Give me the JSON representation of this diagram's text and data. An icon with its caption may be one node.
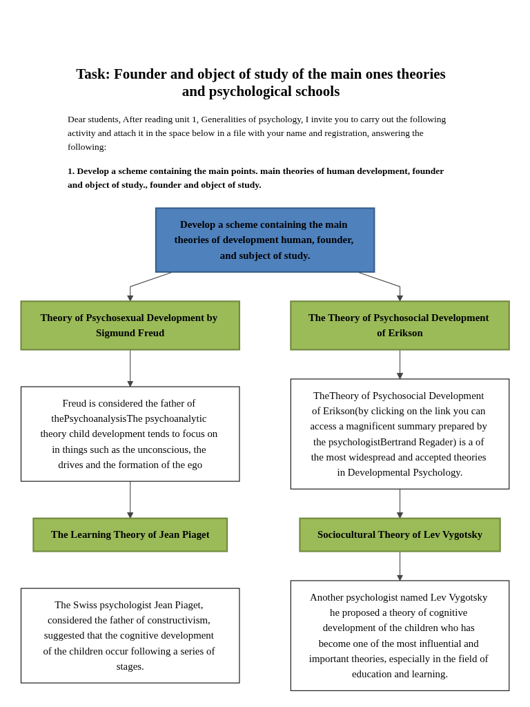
{
  "diagram": {
    "title": "Task: Founder and object of study of the main ones theories and psychological schools",
    "nodes": [
      {
        "text": [
          "Develop a scheme containing the main theories of development human, founder, and subject of study."
        ]
      },
      {
        "text": [
          "Theory of Psychosexual Development by Sigmund Freud"
        ]
      },
      {
        "text": [
          "The Theory of Psychosocial Development of Erikson"
        ]
      },
      {
        "text": [
          "Freud is considered the father of thePsychoanalysisThe psychoanalytic theory child development tends to focus on in things such as the unconscious, the drives and the formation of the ego"
        ]
      },
      {
        "text": [
          "TheTheory of Psychosocial Development of Erikson(by clicking on the link you can access a magnificent summary prepared by the psychologistBertrand Regader) is a of the most widespread and accepted theories in Developmental Psychology."
        ]
      },
      {
        "text": [
          "The Learning Theory of Jean Piaget"
        ]
      },
      {
        "text": [
          "Sociocultural Theory of Lev Vygotsky"
        ]
      },
      {
        "text": [
          "The Swiss psychologist Jean Piaget, considered the father of constructivism, suggested that the cognitive development of the children occur following a series of stages."
        ]
      },
      {
        "text": [
          "Another psychologist named Lev Vygotsky he proposed a theory of cognitive development of the children who has become one of the most influential and important theories, especially in the field of education and learning."
        ]
      }
    ],
    "edges": [
      {
        "from": 0,
        "to": 1,
        "arrow": "to"
      },
      {
        "from": 0,
        "to": 2,
        "arrow": "to"
      },
      {
        "from": 1,
        "to": 3,
        "arrow": "to"
      },
      {
        "from": 2,
        "to": 4,
        "arrow": "to"
      },
      {
        "from": 3,
        "to": 5,
        "arrow": "to"
      },
      {
        "from": 4,
        "to": 6,
        "arrow": "to"
      },
      {
        "from": 6,
        "to": 8,
        "arrow": "to"
      }
    ],
    "labels": [
      "Dear students, After reading unit 1, Generalities of psychology, I invite you to carry out the following activity and attach it in the space below in a file with your name and registration, answering the following:",
      "1. Develop a scheme containing the main points. main theories of human development, founder and object of study., founder and object of study."
    ]
  }
}
